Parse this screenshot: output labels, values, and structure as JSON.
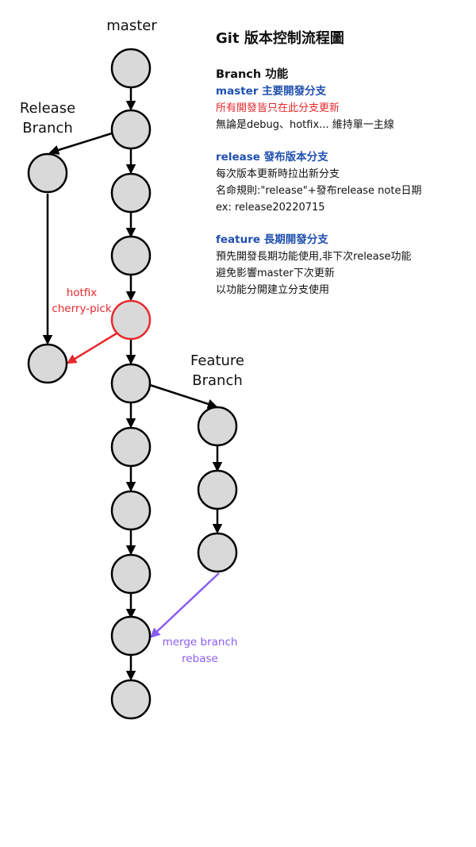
{
  "labels": {
    "master": "master",
    "release_line1": "Release",
    "release_line2": "Branch",
    "feature_line1": "Feature",
    "feature_line2": "Branch",
    "hotfix_line1": "hotfix",
    "hotfix_line2": "cherry-pick",
    "merge_line1": "merge branch",
    "merge_line2": "rebase"
  },
  "notes": {
    "title": "Git 版本控制流程圖",
    "heading": "Branch 功能",
    "sections": [
      {
        "title": "master 主要開發分支",
        "lines": [
          {
            "text": "所有開發皆只在此分支更新",
            "highlight": true
          },
          {
            "text": "無論是debug、hotfix...  維持單一主線",
            "highlight": false
          }
        ]
      },
      {
        "title": "release 發布版本分支",
        "lines": [
          {
            "text": "每次版本更新時拉出新分支",
            "highlight": false
          },
          {
            "text": "名命規則:\"release\"+發布release note日期",
            "highlight": false
          },
          {
            "text": "ex: release20220715",
            "highlight": false
          }
        ]
      },
      {
        "title": "feature 長期開發分支",
        "lines": [
          {
            "text": "預先開發長期功能使用,非下次release功能",
            "highlight": false
          },
          {
            "text": "避免影響master下次更新",
            "highlight": false
          },
          {
            "text": "以功能分開建立分支使用",
            "highlight": false
          }
        ]
      }
    ]
  },
  "colors": {
    "node_fill": "#d9d9d9",
    "node_stroke": "#000000",
    "hotfix": "#e8282c",
    "merge": "#8a5cf0",
    "note_blue": "#1f4fb0"
  }
}
